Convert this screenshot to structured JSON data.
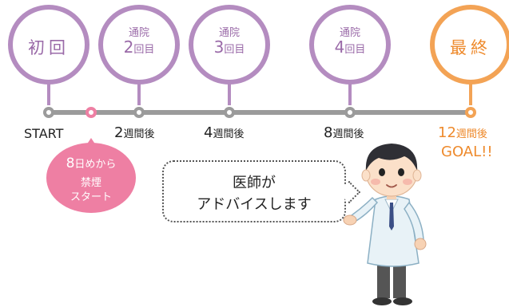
{
  "milestones": {
    "first": "初回",
    "visit2_top": "通院",
    "visit2_num": "2",
    "visit2_unit": "回目",
    "visit3_top": "通院",
    "visit3_num": "3",
    "visit3_unit": "回目",
    "visit4_top": "通院",
    "visit4_num": "4",
    "visit4_unit": "回目",
    "last": "最終"
  },
  "timeline": {
    "start": "START",
    "w2_num": "2",
    "w4_num": "4",
    "w8_num": "8",
    "w12_num": "12",
    "after_weeks": "週間後",
    "goal": "GOAL!!"
  },
  "quit_badge": {
    "line1_num": "8",
    "line1_text": "日めから",
    "line2": "禁煙",
    "line3": "スタート"
  },
  "speech": {
    "line1": "医師が",
    "line2": "アドバイスします"
  },
  "colors": {
    "purple": "#b48cc0",
    "orange": "#f3a355",
    "pink": "#ee7fa3",
    "line": "#9b9b9b"
  }
}
